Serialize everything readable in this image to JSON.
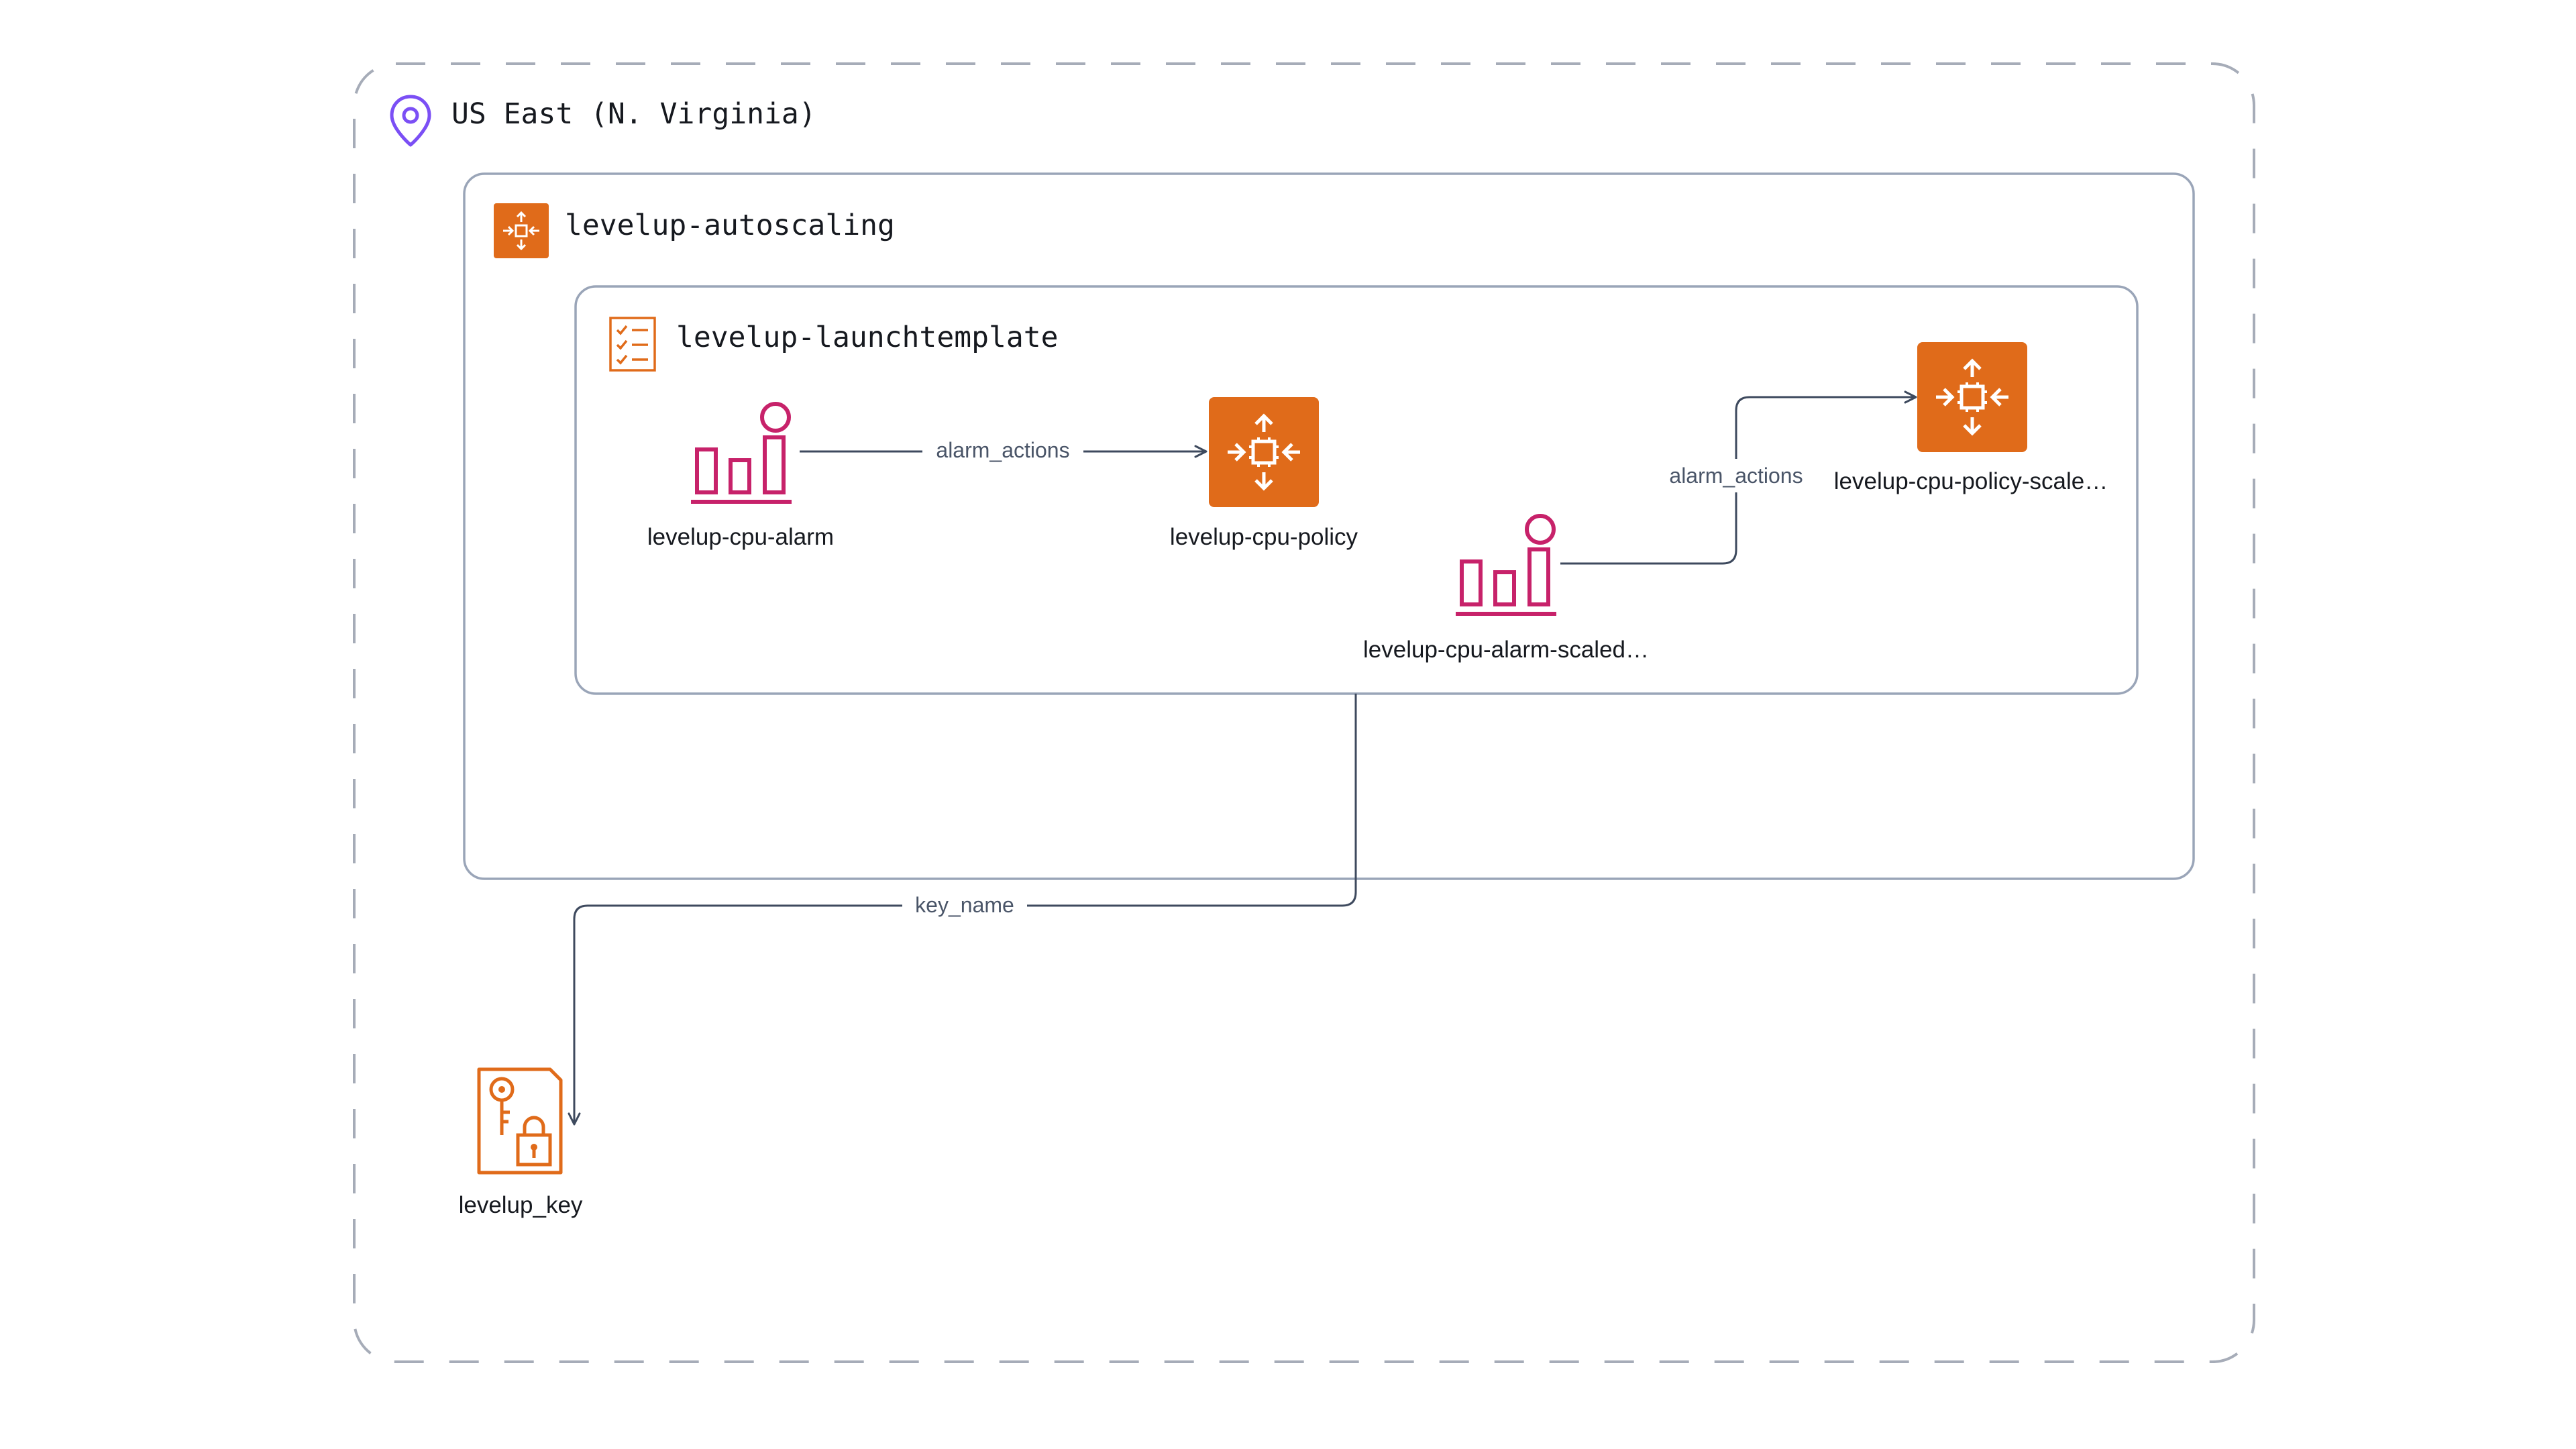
{
  "region": {
    "label": "US East (N. Virginia)",
    "icon": "location-pin-icon"
  },
  "autoscaling_group": {
    "label": "levelup-autoscaling",
    "icon": "autoscaling-icon"
  },
  "launch_template": {
    "label": "levelup-launchtemplate",
    "icon": "checklist-icon"
  },
  "nodes": {
    "cpu_alarm": {
      "label": "levelup-cpu-alarm",
      "icon": "cloudwatch-alarm-icon"
    },
    "cpu_policy": {
      "label": "levelup-cpu-policy",
      "icon": "autoscaling-policy-icon"
    },
    "cpu_alarm_scaled": {
      "label": "levelup-cpu-alarm-scaled…",
      "icon": "cloudwatch-alarm-icon"
    },
    "cpu_policy_scaled": {
      "label": "levelup-cpu-policy-scale…",
      "icon": "autoscaling-policy-icon"
    },
    "key": {
      "label": "levelup_key",
      "icon": "key-pair-icon"
    }
  },
  "edges": {
    "alarm_to_policy": "alarm_actions",
    "alarm_scaled_to_policy_scaled": "alarm_actions",
    "template_to_key": "key_name"
  },
  "colors": {
    "region_border": "#a6acb8",
    "group_border": "#9aa5b8",
    "edge": "#3e4a5e",
    "edge_label": "#4a5568",
    "text": "#16191f",
    "orange": "#e06b1a",
    "orange_dark": "#d45b07",
    "pink": "#c7226a",
    "purple": "#7b4ff5"
  }
}
